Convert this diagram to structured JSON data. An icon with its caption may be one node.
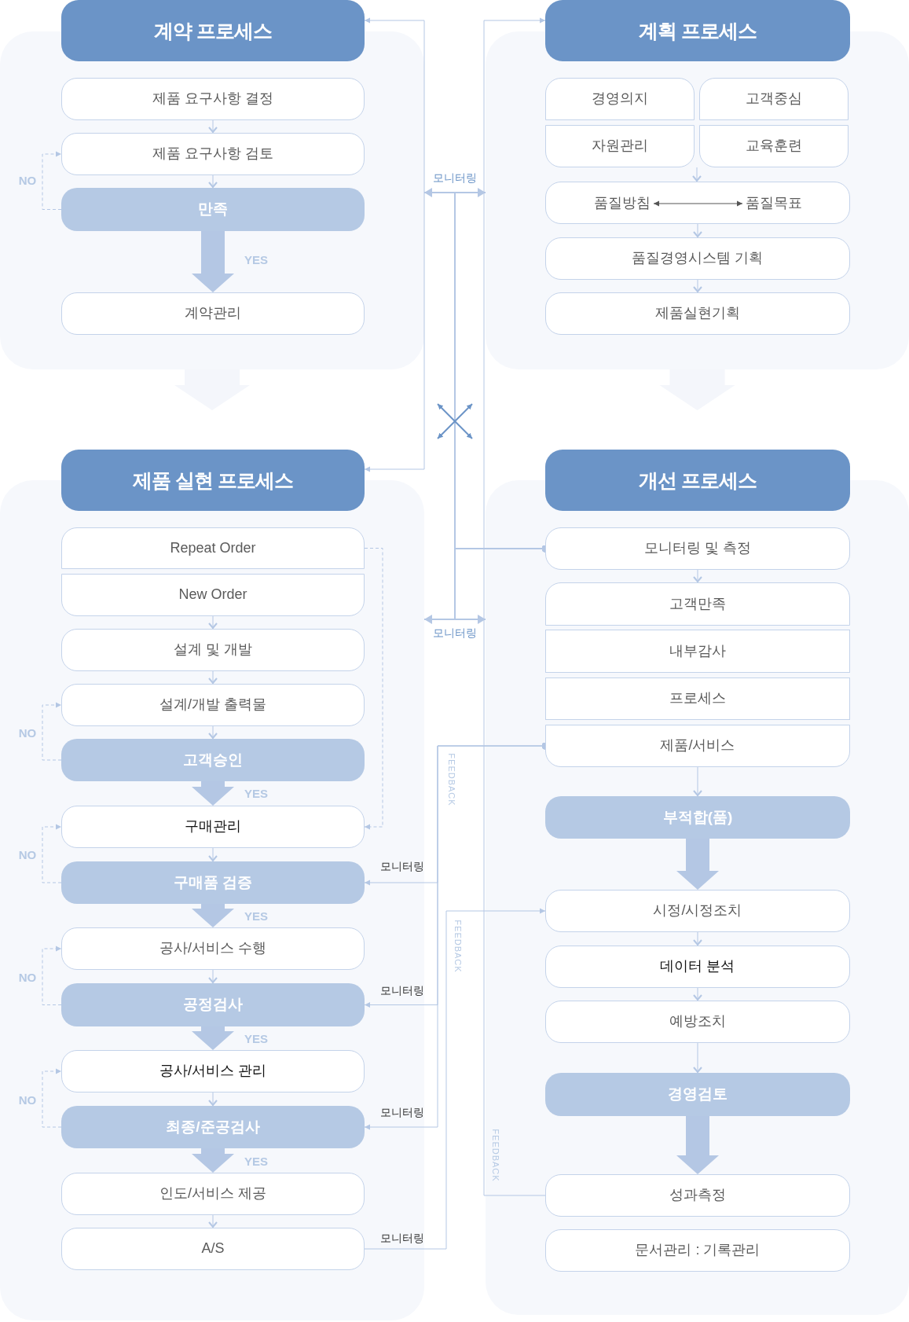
{
  "diagram": {
    "nodes": [
      {
        "text": [
          "계약 프로세스"
        ]
      },
      {
        "text": [],
        "shape": "box"
      },
      {
        "text": [
          "제품 요구사항 결정"
        ],
        "in": 1
      },
      {
        "text": [
          "제품 요구사항 검토"
        ],
        "in": 1
      },
      {
        "text": [
          "만족"
        ],
        "in": 1
      },
      {
        "text": [
          "계약관리"
        ],
        "in": 1
      },
      {
        "text": [
          "계획 프로세스"
        ]
      },
      {
        "text": [],
        "shape": "box"
      },
      {
        "text": [
          "경영의지"
        ],
        "in": 7
      },
      {
        "text": [
          "고객중심"
        ],
        "in": 7
      },
      {
        "text": [
          "자원관리"
        ],
        "in": 7
      },
      {
        "text": [
          "교육훈련"
        ],
        "in": 7
      },
      {
        "text": [],
        "shape": "box",
        "in": 7
      },
      {
        "text": [
          "품질방침"
        ],
        "in": 12
      },
      {
        "text": [
          "품질목표"
        ],
        "in": 12
      },
      {
        "text": [
          "품질경영시스템 기획"
        ],
        "in": 7
      },
      {
        "text": [
          "제품실현기획"
        ],
        "in": 7
      },
      {
        "text": [
          "제품 실현 프로세스"
        ]
      },
      {
        "text": [],
        "shape": "box"
      },
      {
        "text": [
          "Repeat Order"
        ],
        "in": 18
      },
      {
        "text": [
          "New Order"
        ],
        "in": 18
      },
      {
        "text": [
          "설계 및 개발"
        ],
        "in": 18
      },
      {
        "text": [
          "설계/개발 출력물"
        ],
        "in": 18
      },
      {
        "text": [
          "고객승인"
        ],
        "in": 18
      },
      {
        "text": [
          "구매관리"
        ],
        "in": 18
      },
      {
        "text": [
          "구매품 검증"
        ],
        "in": 18
      },
      {
        "text": [
          "공사/서비스 수행"
        ],
        "in": 18
      },
      {
        "text": [
          "공정검사"
        ],
        "in": 18
      },
      {
        "text": [
          "공사/서비스 관리"
        ],
        "in": 18
      },
      {
        "text": [
          "최종/준공검사"
        ],
        "in": 18
      },
      {
        "text": [
          "인도/서비스 제공"
        ],
        "in": 18
      },
      {
        "text": [
          "A/S"
        ],
        "in": 18
      },
      {
        "text": [
          "개선 프로세스"
        ]
      },
      {
        "text": [],
        "shape": "box"
      },
      {
        "text": [
          "모니터링 및 측정"
        ],
        "in": 33
      },
      {
        "text": [
          "고객만족"
        ],
        "in": 33
      },
      {
        "text": [
          "내부감사"
        ],
        "in": 33
      },
      {
        "text": [
          "프로세스"
        ],
        "in": 33
      },
      {
        "text": [
          "제품/서비스"
        ],
        "in": 33
      },
      {
        "text": [
          "부적합(품)"
        ],
        "in": 33
      },
      {
        "text": [
          "시정/시정조치"
        ],
        "in": 33
      },
      {
        "text": [
          "데이터 분석"
        ],
        "in": 33
      },
      {
        "text": [
          "예방조치"
        ],
        "in": 33
      },
      {
        "text": [
          "경영검토"
        ],
        "in": 33
      },
      {
        "text": [
          "성과측정"
        ],
        "in": 33
      },
      {
        "text": [
          "문서관리 : 기록관리"
        ],
        "in": 33
      }
    ],
    "edges": [
      {
        "from": 0,
        "to": 17,
        "arrow": "both"
      },
      {
        "from": 44,
        "to": 6,
        "arrow": "to",
        "label": "FEEDBACK"
      },
      {
        "from": 34,
        "to": 1,
        "arrow": "to",
        "label": "모니터링"
      },
      {
        "from": 34,
        "to": 7,
        "arrow": "to"
      },
      {
        "from": 34,
        "to": 18,
        "arrow": "to",
        "label": "모니터링"
      },
      {
        "from": 34,
        "to": 33,
        "arrow": "to"
      },
      {
        "from": 2,
        "to": 3,
        "arrow": "to"
      },
      {
        "from": 3,
        "to": 4,
        "arrow": "to"
      },
      {
        "from": 4,
        "to": 3,
        "arrow": "to",
        "label": "NO",
        "style": "dashed"
      },
      {
        "from": 4,
        "to": 5,
        "arrow": "to",
        "label": "YES",
        "style": "thick"
      },
      {
        "from": 1,
        "to": 17,
        "arrow": "to",
        "style": "thick",
        "color": "#f4f6fb"
      },
      {
        "from": 10,
        "to": 12,
        "arrow": "to"
      },
      {
        "from": 11,
        "to": 12,
        "arrow": "to"
      },
      {
        "from": 13,
        "to": 14,
        "arrow": "both",
        "color": "#555555"
      },
      {
        "from": 12,
        "to": 15,
        "arrow": "to"
      },
      {
        "from": 15,
        "to": 16,
        "arrow": "to"
      },
      {
        "from": 7,
        "to": 32,
        "arrow": "to",
        "style": "thick",
        "color": "#f4f6fb"
      },
      {
        "from": 20,
        "to": 21,
        "arrow": "to"
      },
      {
        "from": 19,
        "to": 24,
        "arrow": "to",
        "style": "dashed"
      },
      {
        "from": 21,
        "to": 22,
        "arrow": "to"
      },
      {
        "from": 22,
        "to": 23,
        "arrow": "to"
      },
      {
        "from": 23,
        "to": 22,
        "arrow": "to",
        "label": "NO",
        "style": "dashed"
      },
      {
        "from": 23,
        "to": 24,
        "arrow": "to",
        "label": "YES",
        "style": "thick"
      },
      {
        "from": 24,
        "to": 25,
        "arrow": "to"
      },
      {
        "from": 25,
        "to": 24,
        "arrow": "to",
        "label": "NO",
        "style": "dashed"
      },
      {
        "from": 25,
        "to": 26,
        "arrow": "to",
        "label": "YES",
        "style": "thick"
      },
      {
        "from": 26,
        "to": 27,
        "arrow": "to"
      },
      {
        "from": 27,
        "to": 26,
        "arrow": "to",
        "label": "NO",
        "style": "dashed"
      },
      {
        "from": 27,
        "to": 28,
        "arrow": "to",
        "label": "YES",
        "style": "thick"
      },
      {
        "from": 28,
        "to": 29,
        "arrow": "to"
      },
      {
        "from": 29,
        "to": 28,
        "arrow": "to",
        "label": "NO",
        "style": "dashed"
      },
      {
        "from": 29,
        "to": 30,
        "arrow": "to",
        "label": "YES",
        "style": "thick"
      },
      {
        "from": 30,
        "to": 31,
        "arrow": "to"
      },
      {
        "from": 38,
        "to": 25,
        "arrow": "to",
        "label": "모니터링"
      },
      {
        "from": 38,
        "to": 27,
        "arrow": "to",
        "label": "모니터링"
      },
      {
        "from": 38,
        "to": 29,
        "arrow": "to",
        "label": "모니터링"
      },
      {
        "from": 31,
        "to": 40,
        "arrow": "to",
        "label": "모니터링"
      },
      {
        "from": 34,
        "to": 35,
        "arrow": "to"
      },
      {
        "from": 38,
        "to": 39,
        "arrow": "to"
      },
      {
        "from": 39,
        "to": 40,
        "arrow": "to",
        "style": "thick"
      },
      {
        "from": 40,
        "to": 41,
        "arrow": "to"
      },
      {
        "from": 41,
        "to": 42,
        "arrow": "to"
      },
      {
        "from": 42,
        "to": 43,
        "arrow": "to"
      },
      {
        "from": 43,
        "to": 44,
        "arrow": "to",
        "style": "thick"
      }
    ],
    "labels": [
      "FEEDBACK",
      "FEEDBACK"
    ]
  }
}
